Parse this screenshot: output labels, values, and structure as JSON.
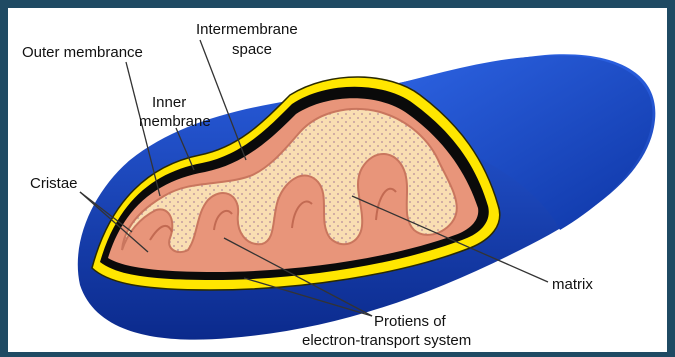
{
  "labels": {
    "intermembrane_line1": "Intermembrane",
    "intermembrane_line2": "space",
    "outer_membrane": "Outer membrance",
    "inner_line1": "Inner",
    "inner_line2": "membrane",
    "cristae": "Cristae",
    "matrix": "matrix",
    "proteins_line1": "Protiens of",
    "proteins_line2": "electron-transport system"
  },
  "colors": {
    "outer_blue": "#1d4fd6",
    "outer_blue_dark": "#0c2a8e",
    "membrane_yellow": "#ffe600",
    "inner_salmon": "#e8957a",
    "matrix_cream": "#f8dcae",
    "background_frame": "#1f4a63"
  }
}
